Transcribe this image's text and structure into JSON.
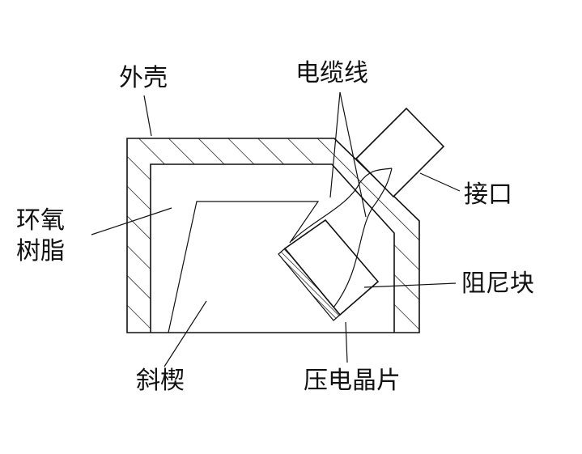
{
  "labels": {
    "housing": "外壳",
    "cable": "电缆线",
    "epoxy_line1": "环氧",
    "epoxy_line2": "树脂",
    "connector": "接口",
    "damping_block": "阻尼块",
    "wedge": "斜楔",
    "piezo_chip": "压电晶片"
  },
  "colors": {
    "line": "#111111",
    "background": "#ffffff"
  }
}
